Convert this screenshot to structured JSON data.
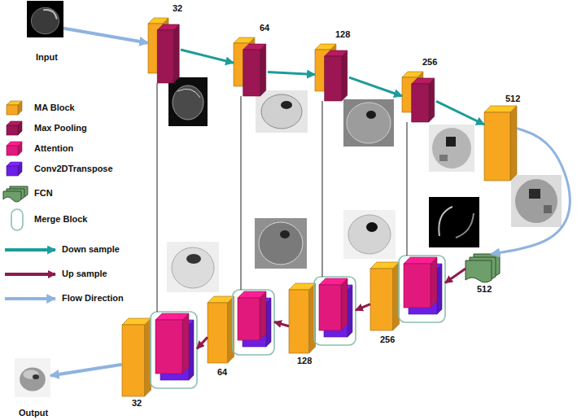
{
  "diagram": {
    "nodes": [
      {
        "text": [
          "Input"
        ]
      },
      {
        "text": [
          "32"
        ]
      },
      {
        "text": [
          "64"
        ]
      },
      {
        "text": [
          "128"
        ]
      },
      {
        "text": [
          "256"
        ]
      },
      {
        "text": [
          "512"
        ]
      },
      {
        "text": [
          "512"
        ]
      },
      {
        "text": [
          "256"
        ]
      },
      {
        "text": [
          "128"
        ]
      },
      {
        "text": [
          "64"
        ]
      },
      {
        "text": [
          "32"
        ]
      },
      {
        "text": [
          "Output"
        ]
      }
    ],
    "edges": [
      {
        "from": 0,
        "to": 1,
        "arrow": "to"
      },
      {
        "from": 1,
        "to": 2,
        "arrow": "to"
      },
      {
        "from": 2,
        "to": 3,
        "arrow": "to"
      },
      {
        "from": 3,
        "to": 4,
        "arrow": "to"
      },
      {
        "from": 4,
        "to": 5,
        "arrow": "to"
      },
      {
        "from": 5,
        "to": 6,
        "arrow": "to"
      },
      {
        "from": 6,
        "to": 7,
        "arrow": "to"
      },
      {
        "from": 7,
        "to": 8,
        "arrow": "to"
      },
      {
        "from": 8,
        "to": 9,
        "arrow": "to"
      },
      {
        "from": 9,
        "to": 10,
        "arrow": "to"
      },
      {
        "from": 10,
        "to": 11,
        "arrow": "to"
      },
      {
        "from": 1,
        "to": 10,
        "arrow": "none"
      },
      {
        "from": 2,
        "to": 9,
        "arrow": "none"
      },
      {
        "from": 3,
        "to": 8,
        "arrow": "none"
      },
      {
        "from": 4,
        "to": 7,
        "arrow": "none"
      }
    ],
    "legend": [
      {
        "text": "MA Block",
        "color": "#f6a61f"
      },
      {
        "text": "Max Pooling",
        "color": "#9b1652"
      },
      {
        "text": "Attention",
        "color": "#e2197c"
      },
      {
        "text": "Conv2DTranspose",
        "color": "#6c1ee6"
      },
      {
        "text": "FCN",
        "color": "#6e9f6a"
      },
      {
        "text": "Merge Block"
      },
      {
        "text": "Down sample"
      },
      {
        "text": "Up sample"
      },
      {
        "text": "Flow Direction"
      }
    ]
  }
}
